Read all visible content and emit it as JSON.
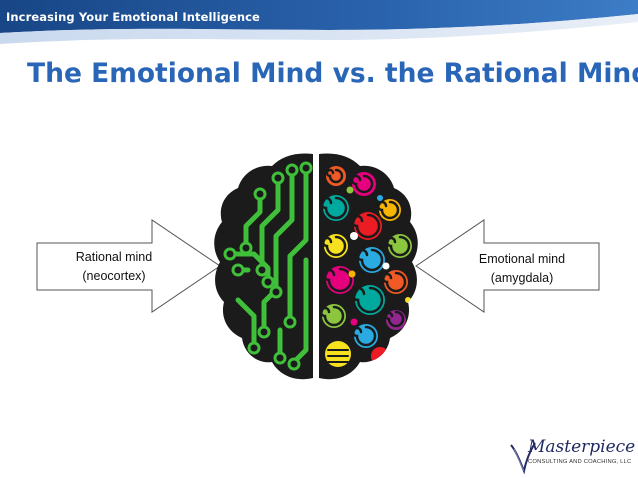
{
  "header": {
    "subtitle": "Increasing Your Emotional Intelligence"
  },
  "slide": {
    "title": "The Emotional Mind vs. the Rational Mind"
  },
  "left_arrow": {
    "line1": "Rational mind",
    "line2": "(neocortex)"
  },
  "right_arrow": {
    "line1": "Emotional mind",
    "line2": "(amygdala)"
  },
  "logo": {
    "name": "Masterpiece",
    "tagline": "CONSULTING AND COACHING, LLC"
  },
  "colors": {
    "header_blue": "#1c4e93",
    "title_blue": "#2a66b8",
    "circuit_green": "#3fbf3a",
    "brain_dark": "#1b1b1b"
  },
  "icons": [
    "brain-illustration",
    "masterpiece-logo-mark"
  ]
}
